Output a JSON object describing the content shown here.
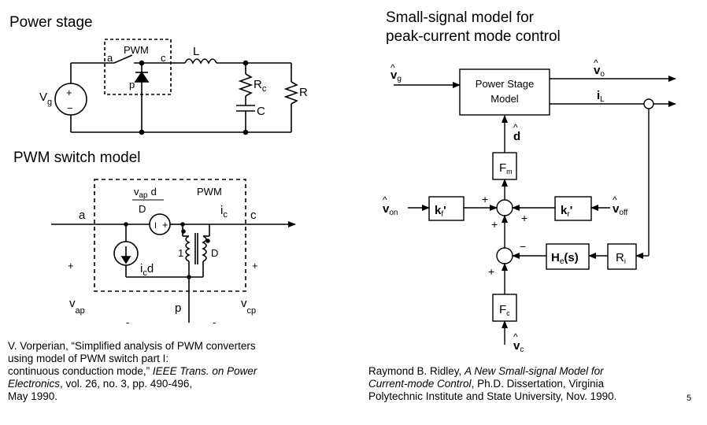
{
  "titles": {
    "power_stage": "Power stage",
    "pwm_switch_model": "PWM switch model",
    "small_signal_line1": "Small-signal model for",
    "small_signal_line2": "peak-current mode control"
  },
  "power_stage": {
    "source": "V",
    "source_sub": "g",
    "pwm": "PWM",
    "node_a": "a",
    "node_c": "c",
    "node_p": "p",
    "inductor": "L",
    "rc": "R",
    "rc_sub": "c",
    "cap": "C",
    "load": "R"
  },
  "pwm_model": {
    "label": "PWM",
    "node_a": "a",
    "node_c": "c",
    "node_p": "p",
    "vsource_top": "v",
    "vsource_top_sub": "ap",
    "vsource_hat_d": "d",
    "vsource_den": "D",
    "plus": "+",
    "minus": "-",
    "current_ic": "i",
    "current_ic_sub": "c",
    "isource": "I",
    "isource_d": "d",
    "isource_sub": "c",
    "turns_1": "1",
    "turns_D": "D",
    "v_ap": "v",
    "v_ap_sub": "ap",
    "v_cp": "v",
    "v_cp_sub": "cp"
  },
  "block_diagram": {
    "power_stage_line1": "Power Stage",
    "power_stage_line2": "Model",
    "vg": "v",
    "vg_sub": "g",
    "vo": "v",
    "vo_sub": "o",
    "il": "i",
    "il_sub": "L",
    "d": "d",
    "fm": "F",
    "fm_sub": "m",
    "von": "v",
    "von_sub": "on",
    "kf": "k",
    "kf_sub": "f",
    "kf_prime": "'",
    "kr": "k",
    "kr_sub": "r",
    "kr_prime": "'",
    "voff": "v",
    "voff_sub": "off",
    "he": "H",
    "he_sub": "e",
    "he_arg": "(s)",
    "ri": "R",
    "ri_sub": "i",
    "fc": "F",
    "fc_sub": "c",
    "vc": "v",
    "vc_sub": "c",
    "plus": "+",
    "minus": "−"
  },
  "references": {
    "vorperian": {
      "l1": "V. Vorperian, “Simplified analysis of PWM converters",
      "l2": "using model of PWM switch part I:",
      "l3a": "continuous conduction mode,” ",
      "l3b": "IEEE Trans. on Power",
      "l4a": "Electronics",
      "l4b": ", vol. 26, no. 3, pp. 490-496,",
      "l5": "May 1990."
    },
    "ridley": {
      "l1a": "Raymond B. Ridley, ",
      "l1b": "A New Small-signal Model for",
      "l2a": "Current-mode Control",
      "l2b": ", Ph.D. Dissertation, Virginia",
      "l3": "Polytechnic Institute and State University, Nov. 1990."
    }
  },
  "page_number": "5"
}
